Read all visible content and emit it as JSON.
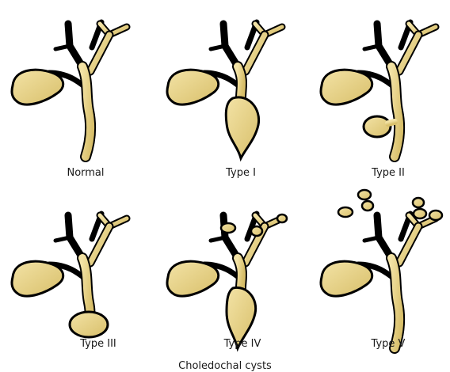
{
  "panels": [
    {
      "label": "Normal",
      "type": "normal"
    },
    {
      "label": "Type I",
      "type": "I"
    },
    {
      "label": "Type II",
      "type": "II"
    },
    {
      "label": "Type III",
      "type": "III"
    },
    {
      "label": "Type IV",
      "type": "IV"
    },
    {
      "label": "Type V",
      "type": "V"
    }
  ],
  "caption": "Choledochal cysts",
  "colors": {
    "bile_fill": "#E8D48C",
    "outline": "#000000",
    "background": "#FFFFFF"
  }
}
